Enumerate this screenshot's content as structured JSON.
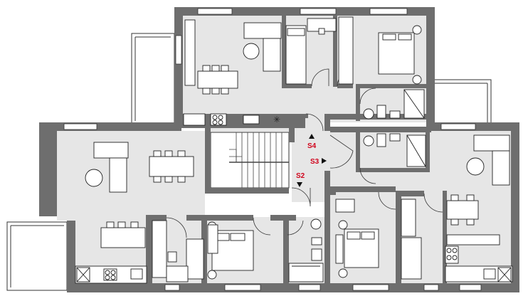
{
  "colors": {
    "wall": "#6e6e6e",
    "floor": "#e6e6e6",
    "stair_floor": "#ffffff",
    "furniture": "#ffffff",
    "outline": "#222222",
    "window": "#ffffff",
    "label": "#d0021b"
  },
  "labels": {
    "s4": "S4",
    "s3": "S3",
    "s2": "S2"
  }
}
